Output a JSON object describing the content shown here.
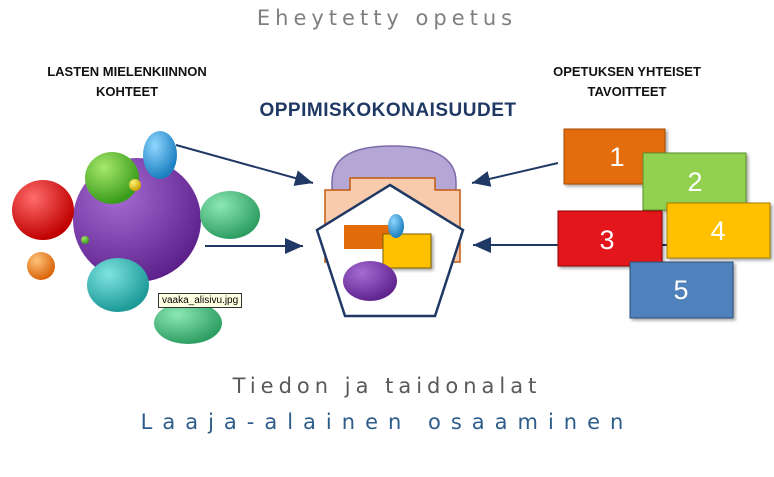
{
  "diagram": {
    "top_title": "Eheytetty opetus",
    "left_heading_line1": "LASTEN MIELENKIINNON",
    "left_heading_line2": "KOHTEET",
    "right_heading_line1": "OPETUKSEN YHTEISET",
    "right_heading_line2": "TAVOITTEET",
    "center_heading": "OPPIMISKOKONAISUUDET",
    "bottom_line1": "Tiedon ja taidonalat",
    "bottom_line2": "Laaja-alainen osaaminen",
    "tooltip": "vaaka_alisivu.jpg"
  },
  "goal_blocks": [
    {
      "label": "1",
      "color": "#e36c0a"
    },
    {
      "label": "2",
      "color": "#92d050"
    },
    {
      "label": "3",
      "color": "#e3141c"
    },
    {
      "label": "4",
      "color": "#ffc000"
    },
    {
      "label": "5",
      "color": "#4f81bd"
    }
  ],
  "colors": {
    "arrow": "#1f3864",
    "purple": "#7030a0",
    "house_roof": "#b4a7d6",
    "house_body": "#f8cbad"
  }
}
